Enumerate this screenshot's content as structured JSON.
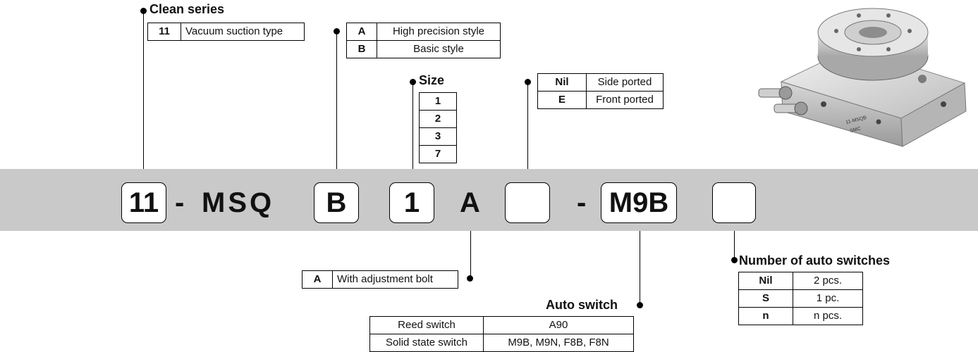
{
  "code": {
    "c1": "11",
    "sep1": "-",
    "base": "MSQ",
    "c2": "B",
    "c3": "1",
    "c4": "A",
    "c5": "",
    "sep2": "-",
    "c6": "M9B",
    "c7": ""
  },
  "clean_series": {
    "title": "Clean series",
    "rows": [
      {
        "k": "11",
        "v": "Vacuum suction type"
      }
    ]
  },
  "style": {
    "rows": [
      {
        "k": "A",
        "v": "High precision style"
      },
      {
        "k": "B",
        "v": "Basic style"
      }
    ]
  },
  "size": {
    "title": "Size",
    "rows": [
      "1",
      "2",
      "3",
      "7"
    ]
  },
  "port": {
    "rows": [
      {
        "k": "Nil",
        "v": "Side ported"
      },
      {
        "k": "E",
        "v": "Front ported"
      }
    ]
  },
  "adjust": {
    "rows": [
      {
        "k": "A",
        "v": "With adjustment bolt"
      }
    ]
  },
  "auto_switch": {
    "title": "Auto switch",
    "rows": [
      {
        "k": "Reed switch",
        "v": "A90"
      },
      {
        "k": "Solid state switch",
        "v": "M9B, M9N, F8B, F8N"
      }
    ]
  },
  "num_switches": {
    "title": "Number of auto switches",
    "rows": [
      {
        "k": "Nil",
        "v": "2 pcs."
      },
      {
        "k": "S",
        "v": "1 pc."
      },
      {
        "k": "n",
        "v": "n pcs."
      }
    ]
  },
  "photo_labels": {
    "model_mark": "11-MSQB",
    "brand_mark": "SMC"
  }
}
